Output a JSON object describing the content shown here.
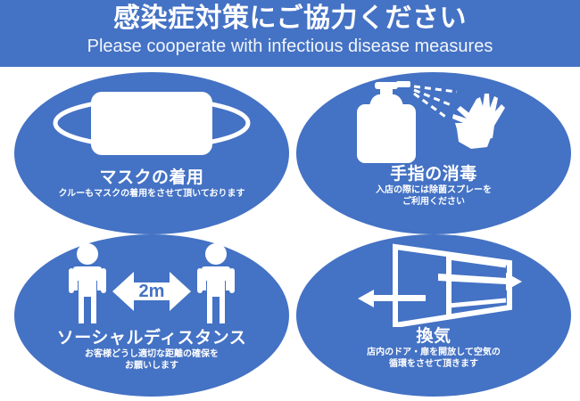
{
  "header": {
    "title_ja": "感染症対策にご協力ください",
    "subtitle_en": "Please cooperate with infectious disease measures",
    "background_color": "#4472c4",
    "text_color": "#ffffff"
  },
  "theme": {
    "brand_blue": "#4472c4",
    "page_background": "#ffffff",
    "icon_color": "#ffffff"
  },
  "panels": [
    {
      "id": "mask",
      "icon": "face-mask-icon",
      "title": "マスクの着用",
      "subtitle_lines": [
        "クルーもマスクの着用をさせて頂いております"
      ]
    },
    {
      "id": "hand-sanitizer",
      "icon": "sanitizer-spray-hands-icon",
      "title": "手指の消毒",
      "subtitle_lines": [
        "入店の際には除菌スプレーを",
        "ご利用ください"
      ]
    },
    {
      "id": "social-distance",
      "icon": "two-people-distance-icon",
      "title": "ソーシャルディスタンス",
      "subtitle_lines": [
        "お客様どうし適切な距離の確保を",
        "お願いします"
      ],
      "distance_label": "2m"
    },
    {
      "id": "ventilation",
      "icon": "open-window-airflow-icon",
      "title": "換気",
      "subtitle_lines": [
        "店内のドア・扉を開放して空気の",
        "循環をさせて頂きます"
      ]
    }
  ]
}
